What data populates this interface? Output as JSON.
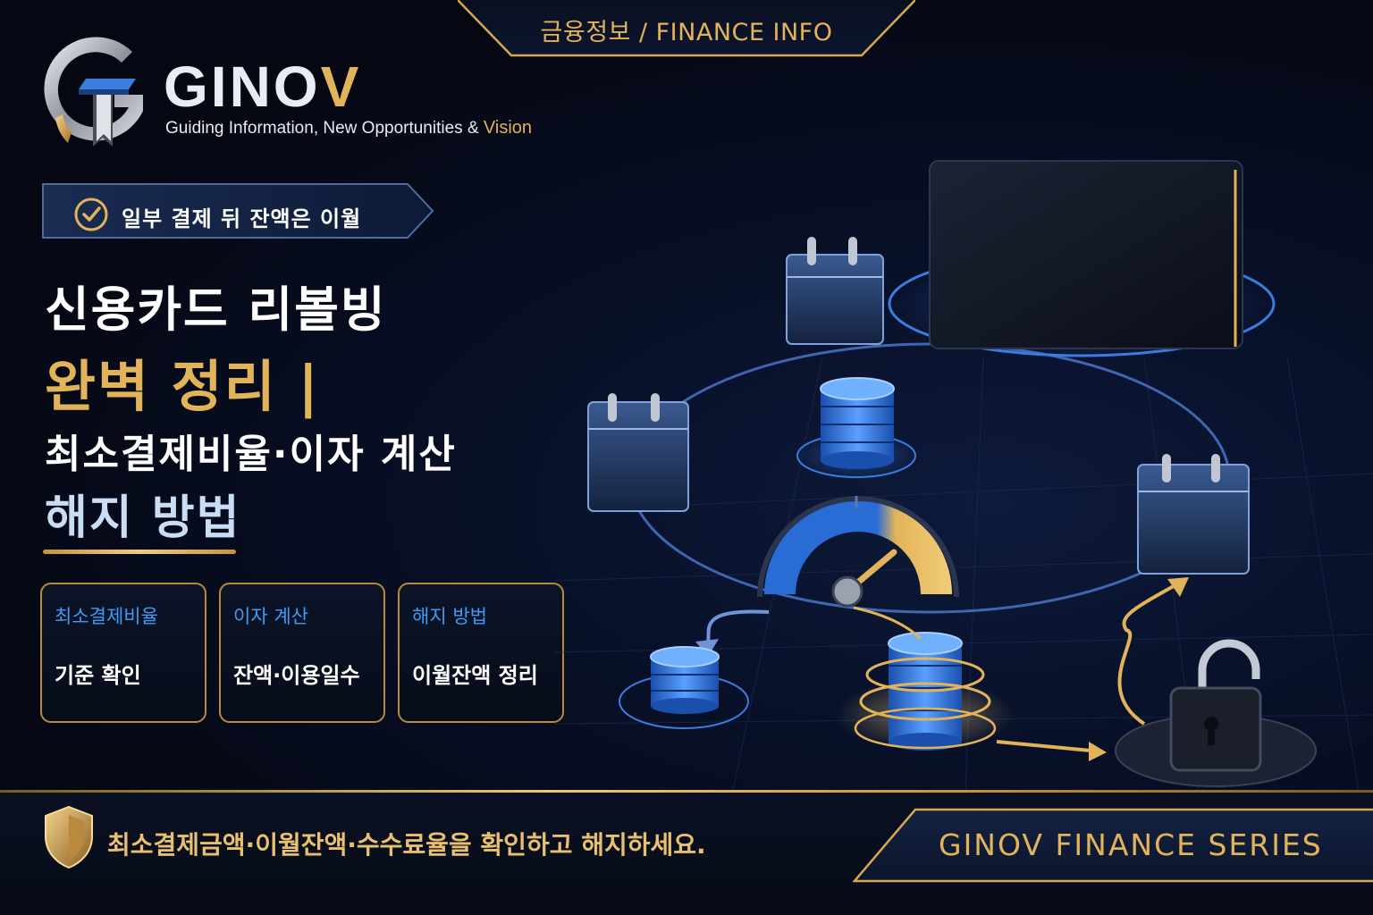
{
  "header": {
    "category": "금융정보 / FINANCE INFO"
  },
  "brand": {
    "name_main": "GINO",
    "name_accent": "V",
    "tagline_main": "Guiding Information, New Opportunities & ",
    "tagline_accent": "Vision"
  },
  "note": {
    "text": "일부 결제 뒤 잔액은 이월",
    "icon": "check-circle-icon"
  },
  "headline": {
    "line1": "신용카드 리볼빙",
    "line2": "완벽 정리 |",
    "line3": "최소결제비율·이자 계산",
    "line4": "해지 방법"
  },
  "cards": [
    {
      "title": "최소결제비율",
      "body": "기준 확인"
    },
    {
      "title": "이자 계산",
      "body": "잔액·이용일수"
    },
    {
      "title": "해지 방법",
      "body": "이월잔액 정리"
    }
  ],
  "footer": {
    "message": "최소결제금액·이월잔액·수수료율을 확인하고 해지하세요.",
    "series": "GINOV FINANCE SERIES",
    "icon": "shield-icon"
  },
  "colors": {
    "gold": "#e2b45a",
    "blue": "#3d9cf5",
    "navy": "#050813"
  }
}
